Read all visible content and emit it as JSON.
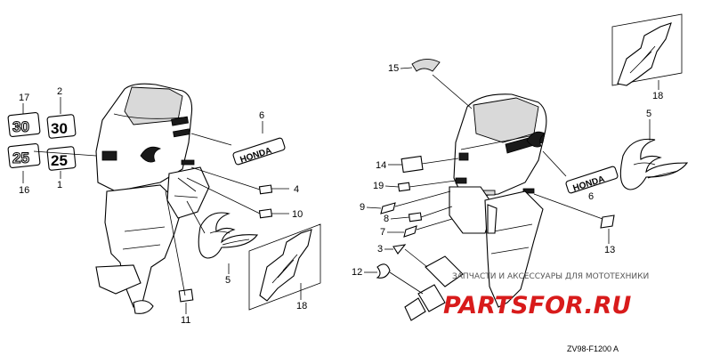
{
  "callouts": {
    "c17": "17",
    "c2": "2",
    "c16": "16",
    "c1": "1",
    "c6a": "6",
    "c4": "4",
    "c10": "10",
    "c5a": "5",
    "c11": "11",
    "c18a": "18",
    "c15": "15",
    "c14": "14",
    "c19": "19",
    "c9": "9",
    "c8": "8",
    "c7": "7",
    "c3": "3",
    "c12": "12",
    "c18b": "18",
    "c5b": "5",
    "c6b": "6",
    "c13": "13"
  },
  "decal_text": {
    "num30a": "30",
    "num30b": "30",
    "num25a": "25",
    "num25b": "25",
    "honda_a": "HONDA",
    "honda_b": "HONDA"
  },
  "watermark": {
    "text": "ЗАПЧАСТИ И АКСЕССУАРЫ ДЛЯ МОТОТЕХНИКИ",
    "brand": "PARTSFOR.RU",
    "color": "#d81b1b"
  },
  "diagram_code": "ZV98-F1200 A"
}
